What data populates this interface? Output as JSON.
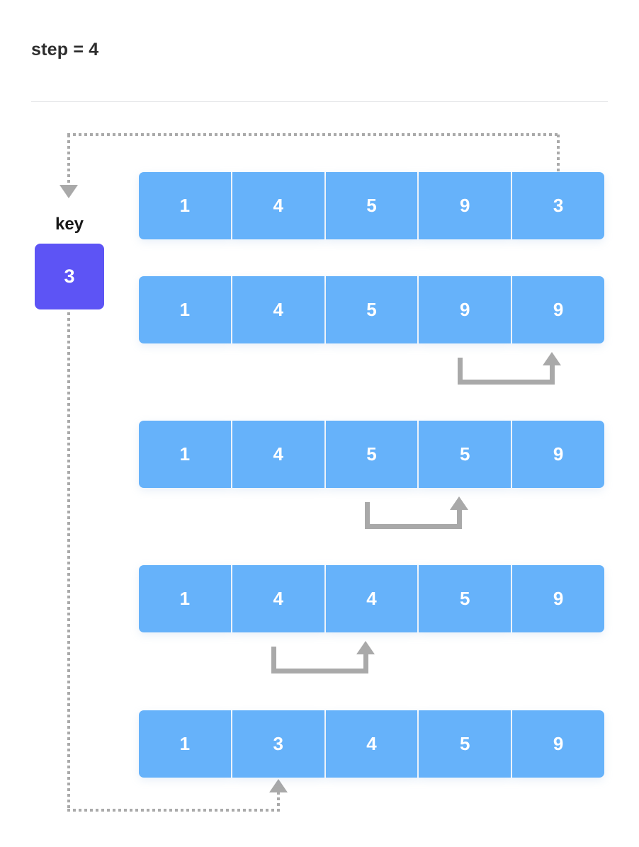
{
  "header": {
    "title": "step = 4"
  },
  "key_panel": {
    "label": "key",
    "value": "3",
    "color": "#5d54f5"
  },
  "colors": {
    "cell": "#66b2fa",
    "cell_text": "#ffffff",
    "key": "#5d54f5",
    "arrow": "#a9a9a9",
    "divider": "#e6e7e9",
    "title_text": "#2d2d2d",
    "background": "#ffffff"
  },
  "chart_data": {
    "type": "diagram",
    "title": "step = 4",
    "algorithm": "insertion-sort",
    "key": 3,
    "array_length": 5,
    "rows": [
      {
        "values": [
          "1",
          "4",
          "5",
          "9",
          "3"
        ],
        "shift": null
      },
      {
        "values": [
          "1",
          "4",
          "5",
          "9",
          "9"
        ],
        "shift": {
          "from": 3,
          "to": 4
        }
      },
      {
        "values": [
          "1",
          "4",
          "5",
          "5",
          "9"
        ],
        "shift": {
          "from": 2,
          "to": 3
        }
      },
      {
        "values": [
          "1",
          "4",
          "4",
          "5",
          "9"
        ],
        "shift": {
          "from": 1,
          "to": 2
        }
      },
      {
        "values": [
          "1",
          "3",
          "4",
          "5",
          "9"
        ],
        "shift": null
      }
    ],
    "insert_index": 1,
    "source_index": 4
  }
}
